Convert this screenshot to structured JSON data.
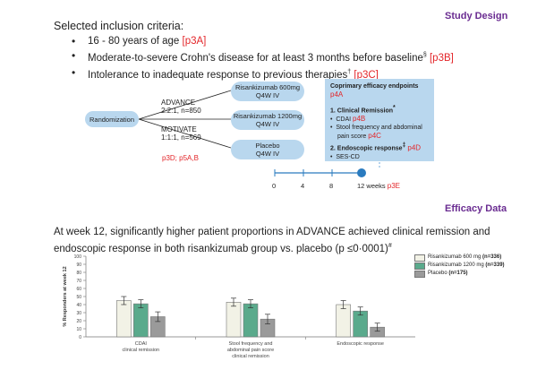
{
  "study_design": {
    "title": "Study Design",
    "criteria_heading": "Selected inclusion criteria:",
    "criteria": [
      {
        "text": "16 - 80 years of age",
        "sup": "",
        "ref": "[p3A]"
      },
      {
        "text": "Moderate-to-severe Crohn's disease for at least 3 months before baseline",
        "sup": "§",
        "ref": "[p3B]"
      },
      {
        "text": "Intolerance to inadequate response to previous therapies",
        "sup": "†",
        "ref": "[p3C]"
      }
    ],
    "randomization": "Randomization",
    "advance": {
      "name": "ADVANCE",
      "ratio": "2:2:1, n=850"
    },
    "motivate": {
      "name": "MOTIVATE",
      "ratio": "1:1:1, n=569"
    },
    "ref_mid": "p3D; p5A,B",
    "arms": [
      {
        "name": "Risankizumab 600mg",
        "dose": "Q4W IV"
      },
      {
        "name": "Risankizumab 1200mg",
        "dose": "Q4W IV"
      },
      {
        "name": "Placebo",
        "dose": "Q4W IV"
      }
    ],
    "endpoints": {
      "title": "Coprimary efficacy endpoints",
      "title_ref": "p4A",
      "item1": "1. Clinical Remission",
      "item1_sup": "*",
      "item1_sub1": "CDAI",
      "item1_sub1_ref": "p4B",
      "item1_sub2": "Stool frequency and abdominal pain score",
      "item1_sub2_ref": "p4C",
      "item2": "2. Endoscopic response",
      "item2_sup": "‡",
      "item2_ref": "p4D",
      "item2_sub1": "SES-CD"
    },
    "timeline": {
      "ticks": [
        "0",
        "4",
        "8",
        "12 weeks"
      ],
      "ref": "p3E"
    }
  },
  "efficacy": {
    "title": "Efficacy Data",
    "intro": "At week 12, significantly higher patient proportions in ADVANCE achieved clinical remission and endoscopic response in both risankizumab group vs. placebo (p ≤0·0001)",
    "intro_sup": "#"
  },
  "chart_data": {
    "type": "bar",
    "ylabel": "% Responders at week 12",
    "ylim": [
      0,
      100
    ],
    "yticks": [
      0,
      10,
      20,
      30,
      40,
      50,
      60,
      70,
      80,
      90,
      100
    ],
    "categories": [
      "CDAI clinical remission",
      "Stool frequency and abdominal pain score clinical remission",
      "Endoscopic response"
    ],
    "category_lines": [
      [
        "CDAI",
        "clinical remission"
      ],
      [
        "Stool frequency and",
        "abdominal pain score",
        "clinical remission"
      ],
      [
        "Endoscopic response"
      ]
    ],
    "series": [
      {
        "name": "Risankizumab 600 mg",
        "n_label": "(n=336)",
        "color": "#f2f2e6",
        "values": [
          45,
          43,
          40
        ],
        "errors": [
          5,
          5,
          5
        ]
      },
      {
        "name": "Risankizumab 1200 mg",
        "n_label": "(n=339)",
        "color": "#5aaa8c",
        "values": [
          41,
          41,
          32
        ],
        "errors": [
          5,
          5,
          5
        ]
      },
      {
        "name": "Placebo",
        "n_label": "(n=175)",
        "color": "#9a9a9a",
        "values": [
          25,
          22,
          12
        ],
        "errors": [
          6,
          6,
          5
        ]
      }
    ],
    "legend_position": "top-right",
    "grid": false
  }
}
